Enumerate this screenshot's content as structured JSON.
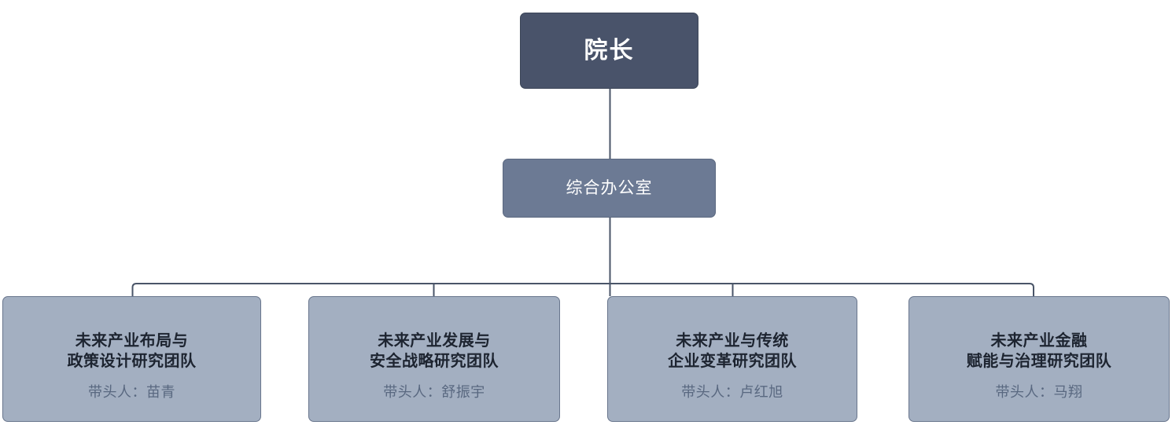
{
  "chart_data": {
    "type": "diagram",
    "subtype": "organization-chart",
    "orientation": "top-down",
    "levels": 3,
    "nodes": [
      {
        "id": "root",
        "label": "院长",
        "level": 1
      },
      {
        "id": "office",
        "label": "综合办公室",
        "level": 2
      },
      {
        "id": "team1",
        "label": "未来产业布局与\n政策设计研究团队",
        "leader": "带头人：苗青",
        "level": 3
      },
      {
        "id": "team2",
        "label": "未来产业发展与\n安全战略研究团队",
        "leader": "带头人：舒振宇",
        "level": 3
      },
      {
        "id": "team3",
        "label": "未来产业与传统\n企业变革研究团队",
        "leader": "带头人：卢红旭",
        "level": 3
      },
      {
        "id": "team4",
        "label": "未来产业金融\n赋能与治理研究团队",
        "leader": "带头人：马翔",
        "level": 3
      }
    ],
    "edges": [
      {
        "from": "root",
        "to": "office"
      },
      {
        "from": "office",
        "to": "team1"
      },
      {
        "from": "office",
        "to": "team2"
      },
      {
        "from": "office",
        "to": "team3"
      },
      {
        "from": "office",
        "to": "team4"
      }
    ]
  },
  "root": {
    "title": "院长"
  },
  "office": {
    "title": "综合办公室"
  },
  "teams": [
    {
      "title": "未来产业布局与\n政策设计研究团队",
      "leader": "带头人：苗青"
    },
    {
      "title": "未来产业发展与\n安全战略研究团队",
      "leader": "带头人：舒振宇"
    },
    {
      "title": "未来产业与传统\n企业变革研究团队",
      "leader": "带头人：卢红旭"
    },
    {
      "title": "未来产业金融\n赋能与治理研究团队",
      "leader": "带头人：马翔"
    }
  ],
  "colors": {
    "root_fill": "#49536a",
    "office_fill": "#6c7a94",
    "team_fill": "#a3afc1",
    "border": "#5e6b84",
    "connector": "#4a5568",
    "root_text": "#ffffff",
    "office_text": "#ffffff",
    "team_title_text": "#1d2430",
    "team_leader_text": "#596880",
    "background": "#ffffff"
  }
}
